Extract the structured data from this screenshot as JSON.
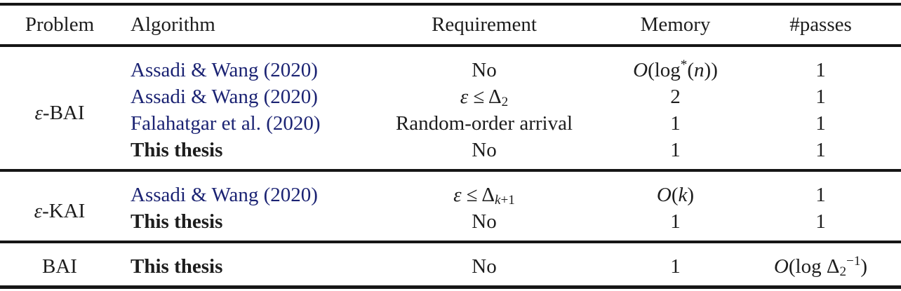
{
  "colors": {
    "citation": "#1b2373",
    "text": "#1d1d1d",
    "rule": "#161616"
  },
  "table": {
    "columns": [
      "Problem",
      "Algorithm",
      "Requirement",
      "Memory",
      "#passes"
    ],
    "groups": [
      {
        "problem": [
          {
            "t": "ε",
            "i": true
          },
          {
            "t": "-BAI"
          }
        ],
        "rows": [
          {
            "algorithm": [
              {
                "t": "Assadi & Wang (2020)",
                "link": true
              }
            ],
            "requirement": [
              {
                "t": "No"
              }
            ],
            "memory": [
              {
                "t": "O",
                "i": true
              },
              {
                "t": "(log"
              },
              {
                "t": "*",
                "sup": true
              },
              {
                "t": "("
              },
              {
                "t": "n",
                "i": true
              },
              {
                "t": "))"
              }
            ],
            "passes": [
              {
                "t": "1"
              }
            ]
          },
          {
            "algorithm": [
              {
                "t": "Assadi & Wang (2020)",
                "link": true
              }
            ],
            "requirement": [
              {
                "t": "ε",
                "i": true
              },
              {
                "t": " ≤ Δ"
              },
              {
                "t": "2",
                "sub": true
              }
            ],
            "memory": [
              {
                "t": "2"
              }
            ],
            "passes": [
              {
                "t": "1"
              }
            ]
          },
          {
            "algorithm": [
              {
                "t": "Falahatgar et al. (2020)",
                "link": true
              }
            ],
            "requirement": [
              {
                "t": "Random-order arrival"
              }
            ],
            "memory": [
              {
                "t": "1"
              }
            ],
            "passes": [
              {
                "t": "1"
              }
            ]
          },
          {
            "algorithm": [
              {
                "t": "This thesis",
                "b": true
              }
            ],
            "requirement": [
              {
                "t": "No"
              }
            ],
            "memory": [
              {
                "t": "1"
              }
            ],
            "passes": [
              {
                "t": "1"
              }
            ]
          }
        ]
      },
      {
        "problem": [
          {
            "t": "ε",
            "i": true
          },
          {
            "t": "-KAI"
          }
        ],
        "rows": [
          {
            "algorithm": [
              {
                "t": "Assadi & Wang (2020)",
                "link": true
              }
            ],
            "requirement": [
              {
                "t": "ε",
                "i": true
              },
              {
                "t": " ≤ Δ"
              },
              {
                "t": "k",
                "sub": true,
                "i": true
              },
              {
                "t": "+1",
                "sub": true
              }
            ],
            "memory": [
              {
                "t": "O",
                "i": true
              },
              {
                "t": "("
              },
              {
                "t": "k",
                "i": true
              },
              {
                "t": ")"
              }
            ],
            "passes": [
              {
                "t": "1"
              }
            ]
          },
          {
            "algorithm": [
              {
                "t": "This thesis",
                "b": true
              }
            ],
            "requirement": [
              {
                "t": "No"
              }
            ],
            "memory": [
              {
                "t": "1"
              }
            ],
            "passes": [
              {
                "t": "1"
              }
            ]
          }
        ]
      },
      {
        "problem": [
          {
            "t": "BAI"
          }
        ],
        "rows": [
          {
            "algorithm": [
              {
                "t": "This thesis",
                "b": true
              }
            ],
            "requirement": [
              {
                "t": "No"
              }
            ],
            "memory": [
              {
                "t": "1"
              }
            ],
            "passes": [
              {
                "t": "O",
                "i": true
              },
              {
                "t": "(log Δ"
              },
              {
                "t": "2",
                "sub": true
              },
              {
                "t": "−1",
                "sup": true
              },
              {
                "t": ")"
              }
            ]
          }
        ]
      }
    ]
  }
}
